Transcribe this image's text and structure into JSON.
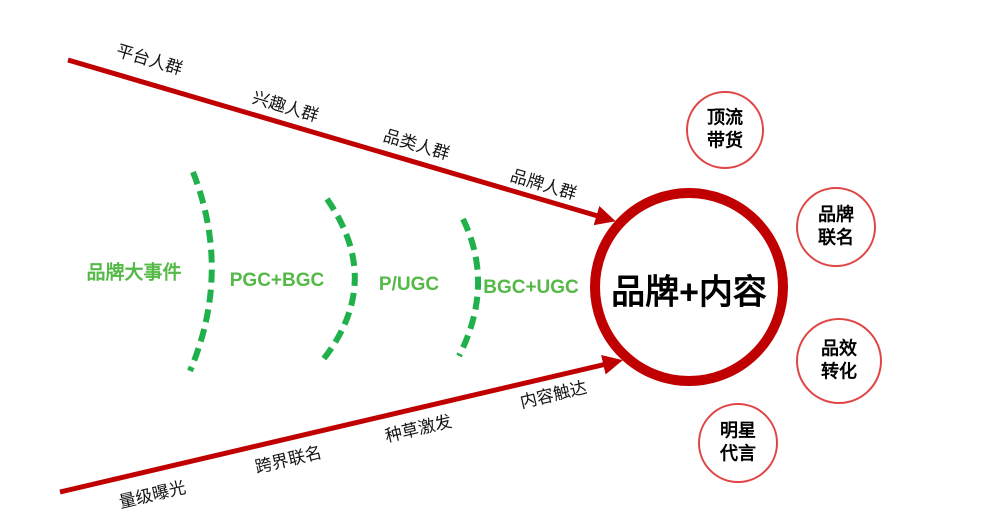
{
  "diagram": {
    "title_hint": "brand-content marketing funnel fishbone diagram",
    "colors": {
      "arrow_red": "#C00000",
      "center_circle_red": "#C00000",
      "satellite_circle_red": "#E04545",
      "dash_green": "#21B14C",
      "stage_text_green": "#55B948",
      "text_black": "#141414"
    },
    "center": {
      "label": "品牌+内容"
    },
    "top_arrow": {
      "labels": [
        "平台人群",
        "兴趣人群",
        "品类人群",
        "品牌人群"
      ]
    },
    "bottom_arrow": {
      "labels": [
        "量级曝光",
        "跨界联名",
        "种草激发",
        "内容触达"
      ]
    },
    "stages": [
      "品牌大事件",
      "PGC+BGC",
      "P/UGC",
      "BGC+UGC"
    ],
    "satellites": [
      "顶流\n带货",
      "品牌\n联名",
      "品效\n转化",
      "明星\n代言"
    ]
  }
}
